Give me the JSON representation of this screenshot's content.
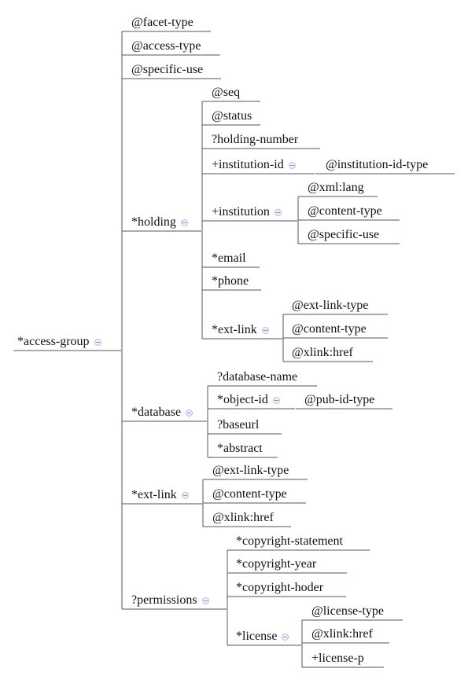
{
  "line_color": "#555555",
  "toggle_icon": "collapse-icon",
  "tree": {
    "label": "*access-group",
    "children": [
      {
        "label": "@facet-type"
      },
      {
        "label": "@access-type"
      },
      {
        "label": "@specific-use"
      },
      {
        "label": "*holding",
        "children": [
          {
            "label": "@seq"
          },
          {
            "label": "@status"
          },
          {
            "label": "?holding-number"
          },
          {
            "label": "+institution-id",
            "children": [
              {
                "label": "@institution-id-type"
              }
            ]
          },
          {
            "label": "+institution",
            "children": [
              {
                "label": "@xml:lang"
              },
              {
                "label": "@content-type"
              },
              {
                "label": "@specific-use"
              }
            ]
          },
          {
            "label": "*email"
          },
          {
            "label": "*phone"
          },
          {
            "label": "*ext-link",
            "children": [
              {
                "label": "@ext-link-type"
              },
              {
                "label": "@content-type"
              },
              {
                "label": "@xlink:href"
              }
            ]
          }
        ]
      },
      {
        "label": "*database",
        "children": [
          {
            "label": "?database-name"
          },
          {
            "label": "*object-id",
            "children": [
              {
                "label": "@pub-id-type"
              }
            ]
          },
          {
            "label": "?baseurl"
          },
          {
            "label": "*abstract"
          }
        ]
      },
      {
        "label": "*ext-link",
        "children": [
          {
            "label": "@ext-link-type"
          },
          {
            "label": "@content-type"
          },
          {
            "label": "@xlink:href"
          }
        ]
      },
      {
        "label": "?permissions",
        "children": [
          {
            "label": "*copyright-statement"
          },
          {
            "label": "*copyright-year"
          },
          {
            "label": "*copyright-hoder"
          },
          {
            "label": "*license",
            "children": [
              {
                "label": "@license-type"
              },
              {
                "label": "@xlink:href"
              },
              {
                "label": "+license-p"
              }
            ]
          }
        ]
      }
    ]
  }
}
